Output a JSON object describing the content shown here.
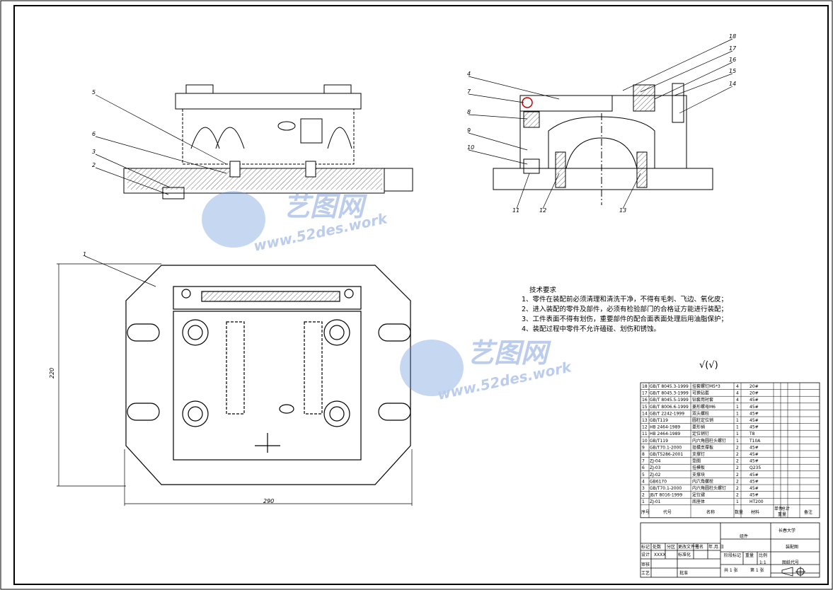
{
  "dimensions": {
    "width_label": "290",
    "height_label": "220"
  },
  "callouts": {
    "front": [
      "5",
      "6",
      "3",
      "2"
    ],
    "side": [
      "18",
      "17",
      "16",
      "15",
      "14",
      "4",
      "7",
      "8",
      "9",
      "10",
      "11",
      "12",
      "13"
    ],
    "top": [
      "1"
    ]
  },
  "technical_requirements": {
    "title": "技术要求",
    "items": [
      "1、零件在装配前必须清理和清洗干净，不得有毛刺、飞边、氧化皮；",
      "2、进入装配的零件及部件，必须有检验部门的合格证方能进行装配；",
      "3、工件表面不得有划伤，重要部件的配合面表面处理后用油脂保护；",
      "4、装配过程中零件不允许磕碰、划伤和锈蚀。"
    ]
  },
  "surface_roughness": "√(√)",
  "parts_list": [
    {
      "no": "18",
      "code": "GB/T 8045.3-1999",
      "name": "挂套螺钉M5*3",
      "qty": "4",
      "material": "20#"
    },
    {
      "no": "17",
      "code": "GB/T 8045.3-1999",
      "name": "可换钻套",
      "qty": "4",
      "material": "20#"
    },
    {
      "no": "16",
      "code": "GB/T 8045.5-1999",
      "name": "钻套用衬套",
      "qty": "4",
      "material": "45#"
    },
    {
      "no": "15",
      "code": "GB/T 8006.6-1999",
      "name": "菱形螺母M6",
      "qty": "1",
      "material": "45#"
    },
    {
      "no": "14",
      "code": "GB/T 2242-1999",
      "name": "双头螺柱",
      "qty": "1",
      "material": "45#"
    },
    {
      "no": "13",
      "code": "GB/T119",
      "name": "圆柱定位销",
      "qty": "1",
      "material": "45#"
    },
    {
      "no": "12",
      "code": "HB 2464-1989",
      "name": "菱形销",
      "qty": "1",
      "material": "45#"
    },
    {
      "no": "11",
      "code": "HB 2464-1989",
      "name": "定位销钉",
      "qty": "1",
      "material": "T8"
    },
    {
      "no": "10",
      "code": "GB/T119",
      "name": "内六角圆柱头螺钉",
      "qty": "1",
      "material": "T10A"
    },
    {
      "no": "9",
      "code": "GB/T70.1-2000",
      "name": "挂模支撑板",
      "qty": "2",
      "material": "45#"
    },
    {
      "no": "8",
      "code": "GB/T5286-2001",
      "name": "支撑钉",
      "qty": "2",
      "material": "45#"
    },
    {
      "no": "7",
      "code": "ZJ-04",
      "name": "垫圈",
      "qty": "2",
      "material": "45#"
    },
    {
      "no": "6",
      "code": "ZJ-03",
      "name": "挂模板",
      "qty": "2",
      "material": "Q235"
    },
    {
      "no": "5",
      "code": "ZJ-02",
      "name": "支撑块",
      "qty": "2",
      "material": "45#"
    },
    {
      "no": "4",
      "code": "GB6170",
      "name": "内六角螺栓",
      "qty": "2",
      "material": "45#"
    },
    {
      "no": "3",
      "code": "GB/T70.1-2000",
      "name": "内六角圆柱头螺钉",
      "qty": "2",
      "material": "45#"
    },
    {
      "no": "2",
      "code": "JB/T 8016-1999",
      "name": "定位键",
      "qty": "2",
      "material": "45#"
    },
    {
      "no": "1",
      "code": "ZJ-01",
      "name": "底座体",
      "qty": "1",
      "material": "HT200"
    }
  ],
  "parts_header": {
    "no": "序号",
    "code": "代号",
    "name": "名称",
    "qty": "数量",
    "material": "材料",
    "single": "单件",
    "total": "总计",
    "weight": "重量",
    "remark": "备注"
  },
  "title_block": {
    "school": "长春大学",
    "drawing_name": "装配图",
    "group": "组件",
    "scale_label": "比例",
    "scale": "1:1",
    "weight_label": "重量",
    "stage_label": "阶段标记",
    "drawing_no_label": "图纸代号",
    "sheet_total": "共 1 张",
    "sheet_no": "第 1 张",
    "rows": [
      "标记",
      "处数",
      "分区",
      "更改文件号",
      "签名",
      "年.月.日"
    ],
    "design_label": "设计",
    "standard_label": "标准化",
    "check_label": "审核",
    "process_label": "工艺",
    "approve_label": "批准",
    "designer": "XXXX"
  },
  "watermark": {
    "cn": "艺图网",
    "url": "www.52des.work"
  }
}
